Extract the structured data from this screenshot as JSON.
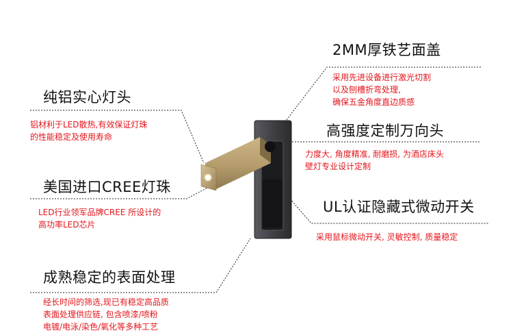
{
  "features": {
    "cover": {
      "title": "2MM厚铁艺面盖",
      "lines": [
        "采用先进设备进行激光切割",
        "以及刨槽折弯处理,",
        "确保五金角度直边质感"
      ]
    },
    "head": {
      "title": "纯铝实心灯头",
      "lines": [
        "铝材利于LED散热,有效保证灯珠",
        "的性能稳定及使用寿命"
      ]
    },
    "rotation": {
      "title": "高强度定制万向头",
      "lines": [
        "力度大, 角度精准, 耐磨损, 为酒店床头",
        "壁灯专业设计定制"
      ]
    },
    "chip": {
      "title": "美国进口CREE灯珠",
      "lines": [
        "LED行业领军品牌CREE 所设计的",
        "高功率LED芯片"
      ]
    },
    "switch": {
      "title": "UL认证隐藏式微动开关",
      "lines": [
        "采用鼠标微动开关, 灵敏控制, 质量稳定"
      ]
    },
    "surface": {
      "title": "成熟稳定的表面处理",
      "lines": [
        "经长时间的筛选,现已有稳定高品质",
        "表面处理供应链, 包含喷漆/喷粉",
        "电镀/电泳/染色/氧化等多种工艺"
      ]
    }
  },
  "colors": {
    "title_text": "#111111",
    "description_text": "#e3151b",
    "leader_line": "#222222",
    "plate": "#3f3f44",
    "brass": "#b49c6c"
  },
  "icons": {
    "product": "wall-reading-lamp-illustration"
  }
}
